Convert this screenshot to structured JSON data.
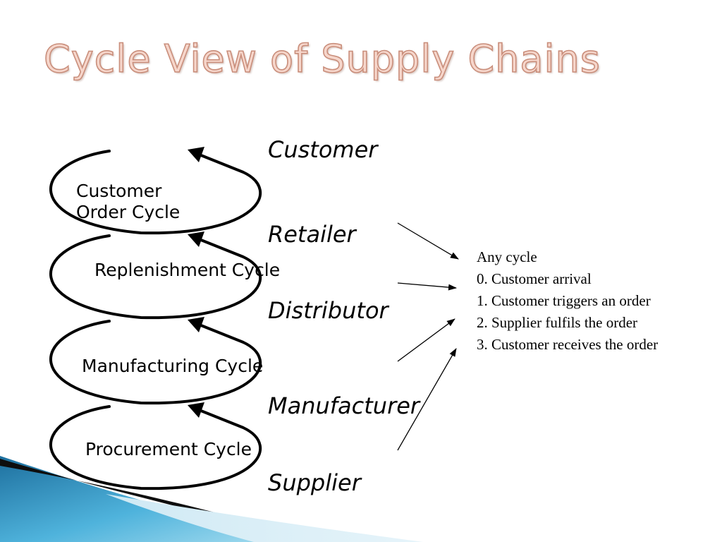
{
  "title": "Cycle View of Supply Chains",
  "stages": [
    "Customer",
    "Retailer",
    "Distributor",
    "Manufacturer",
    "Supplier"
  ],
  "cycles": [
    {
      "line1": "Customer",
      "line2": "Order Cycle"
    },
    {
      "line1": "Replenishment Cycle"
    },
    {
      "line1": "Manufacturing Cycle"
    },
    {
      "line1": "Procurement Cycle"
    }
  ],
  "notes": [
    "Any cycle",
    "0. Customer arrival",
    "1. Customer triggers an order",
    "2. Supplier fulfils the order",
    "3. Customer receives the order"
  ],
  "colors": {
    "title_fill": "#f6d6cb",
    "title_outline": "#c98e7b",
    "accent_blue": "#2f8fc0",
    "dark_band": "#111111"
  }
}
